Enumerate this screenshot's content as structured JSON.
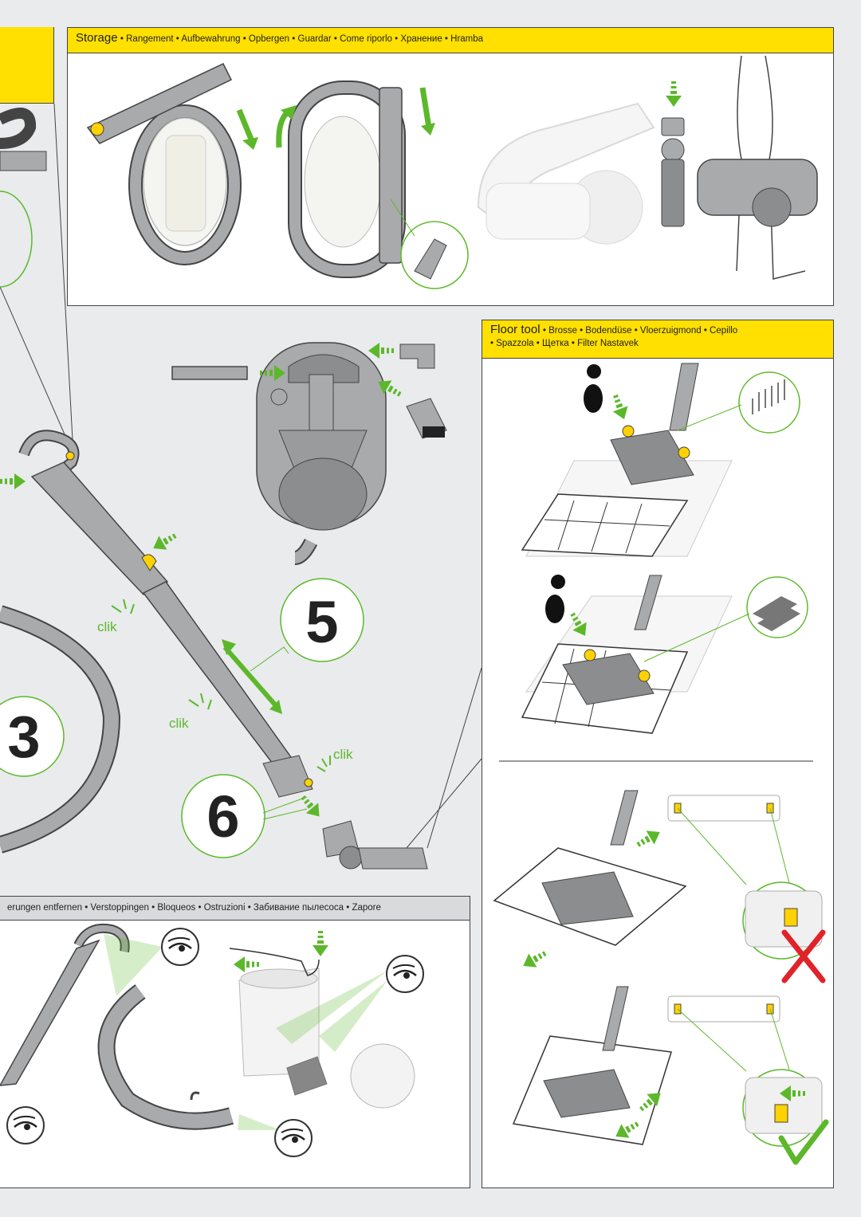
{
  "storage": {
    "title": "Storage",
    "languages": "• Rangement • Aufbewahrung • Opbergen • Guardar • Come riporlo • Хранение • Hramba"
  },
  "floor_tool": {
    "title": "Floor tool",
    "languages_line1": "• Brosse • Bodendüse • Vloerzuigmond • Cepillo",
    "languages_line2": "• Spazzola • Щетка • Filter Nastavek"
  },
  "blockages": {
    "languages": "erungen entfernen • Verstoppingen • Bloqueos • Ostruzioni • Забивание пылесоса • Zapore"
  },
  "steps": {
    "three": "3",
    "five": "5",
    "six": "6"
  },
  "clik_labels": [
    "clik",
    "clik",
    "clik"
  ],
  "colors": {
    "accent_yellow": "#ffe000",
    "green": "#5cb82a",
    "red": "#e0232a",
    "outline": "#444444",
    "part_grey": "#a9aaac"
  },
  "icons": [
    "foot-icon",
    "eye-icon",
    "cross-icon",
    "check-icon",
    "arrow-icon"
  ]
}
